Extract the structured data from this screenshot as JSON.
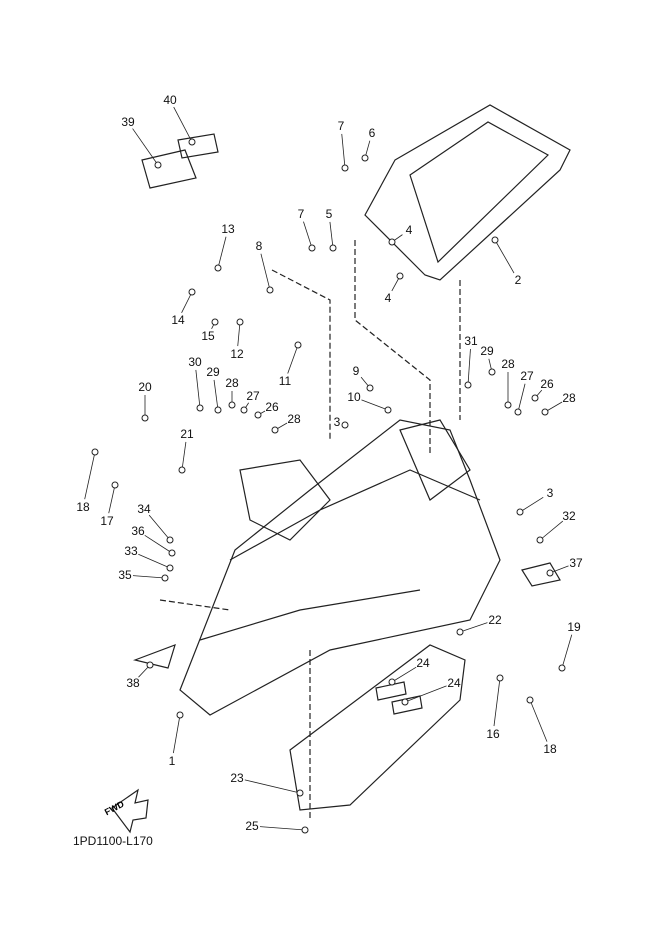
{
  "diagram_code": "1PD1100-L170",
  "fwd_label": "FWD",
  "callouts": [
    "40",
    "39",
    "7",
    "6",
    "7",
    "5",
    "8",
    "4",
    "4",
    "2",
    "13",
    "14",
    "15",
    "12",
    "11",
    "9",
    "10",
    "31",
    "29",
    "28",
    "27",
    "26",
    "28",
    "30",
    "29",
    "28",
    "27",
    "26",
    "28",
    "20",
    "21",
    "3",
    "3",
    "32",
    "37",
    "18",
    "17",
    "34",
    "36",
    "33",
    "35",
    "22",
    "19",
    "38",
    "24",
    "24",
    "16",
    "18",
    "1",
    "23",
    "25"
  ],
  "colors": {
    "line": "#222222",
    "background": "#ffffff"
  }
}
